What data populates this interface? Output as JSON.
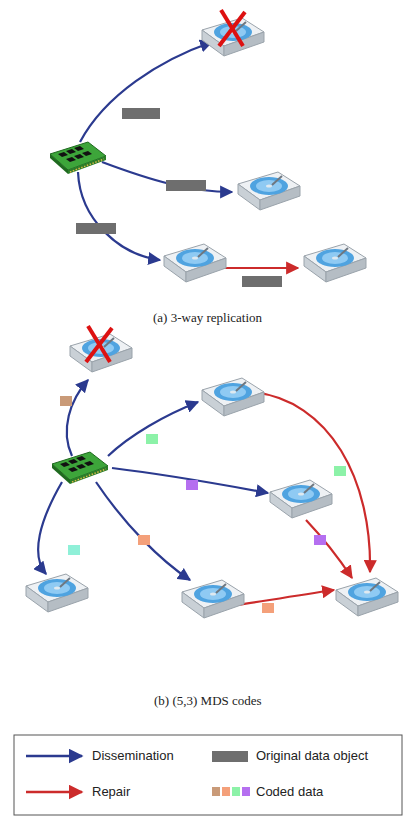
{
  "diagram": {
    "labels": [
      "(a) 3-way replication",
      "(b) (5,3) MDS codes"
    ],
    "legend": [
      {
        "text": "Dissemination"
      },
      {
        "text": "Repair"
      },
      {
        "text": "Original data object",
        "color": "#6e6e6e"
      },
      {
        "text": "Coded data"
      }
    ]
  }
}
